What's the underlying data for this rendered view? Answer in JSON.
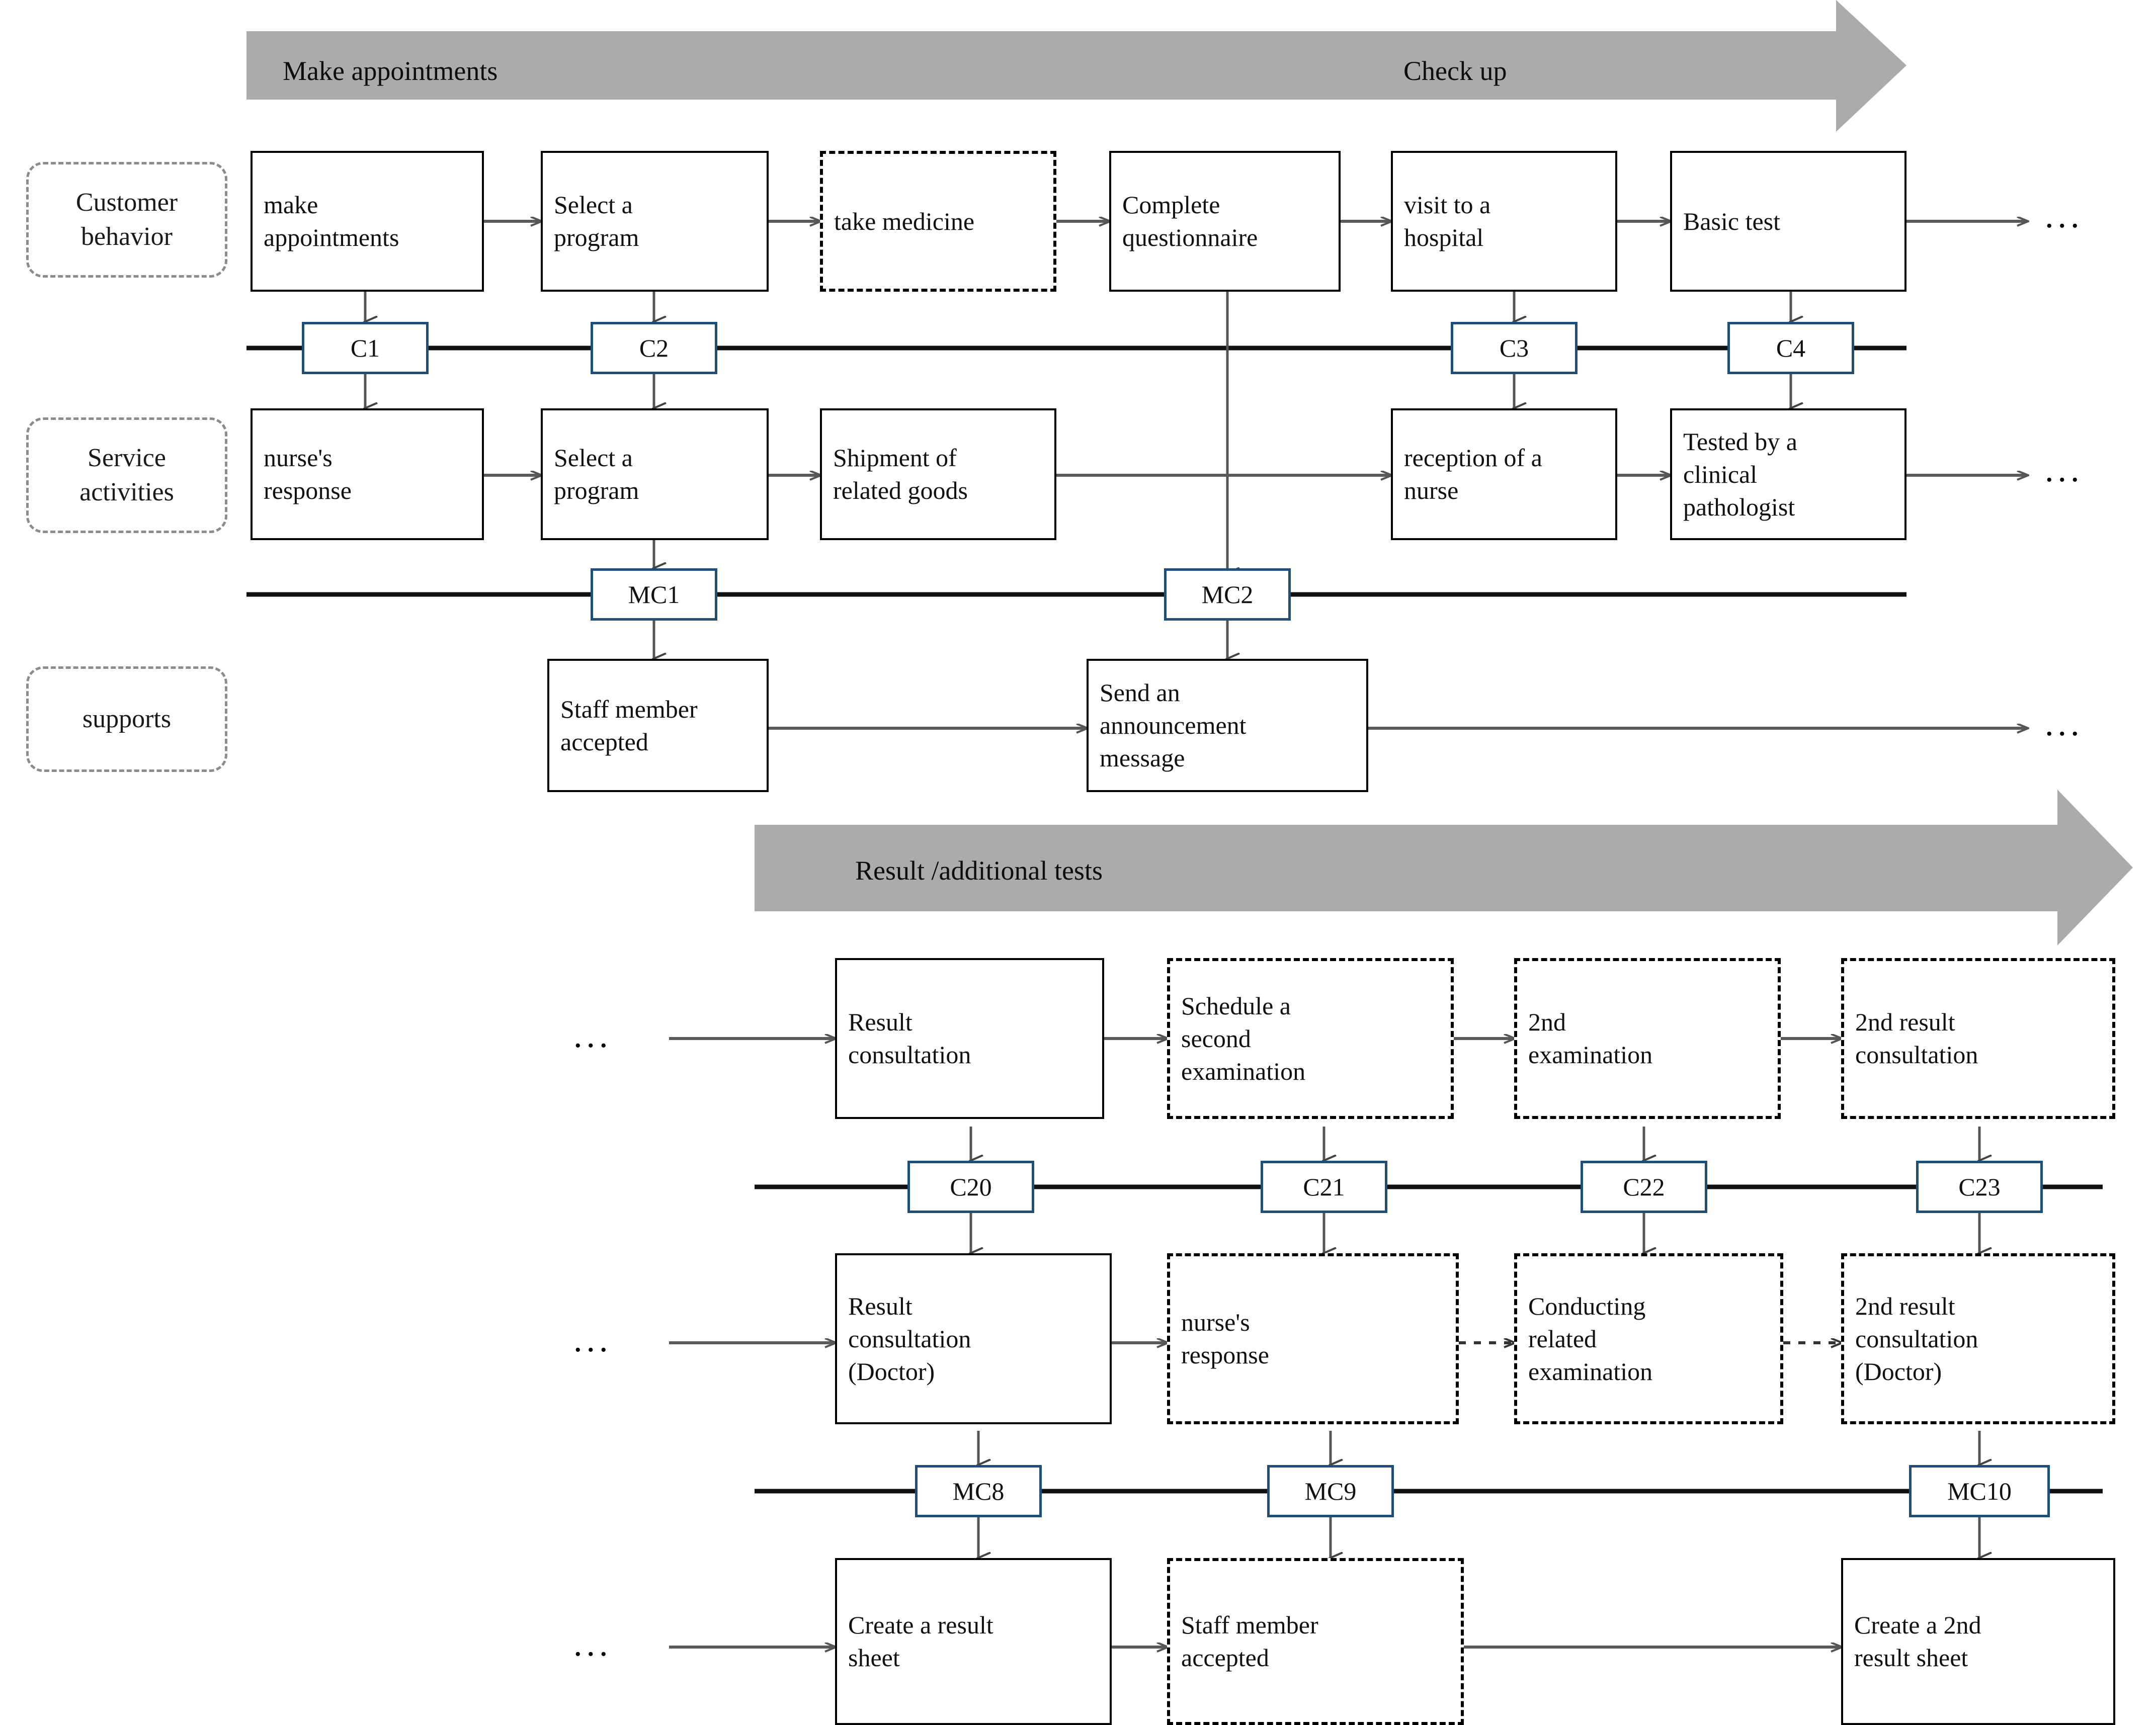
{
  "diagram": {
    "title_top_banner": "Make appointments",
    "banners": [
      {
        "id": "banner-1",
        "left_label": "Make appointments",
        "right_label": "Check up"
      },
      {
        "id": "banner-2",
        "left_label": "Result /additional tests"
      }
    ],
    "lanes": [
      {
        "id": "lane-customer-behavior",
        "label": "Customer\nbehavior"
      },
      {
        "id": "lane-service-activities",
        "label": "Service\nactivities"
      },
      {
        "id": "lane-supports",
        "label": "supports"
      }
    ],
    "colors": {
      "banner_gray": "#ABABAB",
      "chip_blue": "#1F4E79",
      "lane_tag_border": "#8C8C8C",
      "box_border": "#000000",
      "connector": "#595959",
      "background": "#FFFFFF"
    },
    "ellipsis": "..."
  },
  "section1": {
    "customer_behavior": [
      {
        "id": "cb1",
        "label": "make\nappointments",
        "style": "solid"
      },
      {
        "id": "cb2",
        "label": "Select a\nprogram",
        "style": "solid"
      },
      {
        "id": "cb3",
        "label": "take medicine",
        "style": "dashed"
      },
      {
        "id": "cb4",
        "label": "Complete\nquestionnaire",
        "style": "solid"
      },
      {
        "id": "cb5",
        "label": "visit to a\nhospital",
        "style": "solid"
      },
      {
        "id": "cb6",
        "label": "Basic test",
        "style": "solid"
      }
    ],
    "interaction_line_chips": [
      "C1",
      "C2",
      "C3",
      "C4"
    ],
    "service_activities": [
      {
        "id": "sa1",
        "label": "nurse's\nresponse",
        "style": "solid"
      },
      {
        "id": "sa2",
        "label": "Select a\nprogram",
        "style": "solid"
      },
      {
        "id": "sa3",
        "label": "Shipment of\nrelated goods",
        "style": "solid"
      },
      {
        "id": "sa4",
        "label": "reception of a\nnurse",
        "style": "solid"
      },
      {
        "id": "sa5",
        "label": "Tested by a\nclinical\npathologist",
        "style": "solid"
      }
    ],
    "internal_line_chips": [
      "MC1",
      "MC2"
    ],
    "supports": [
      {
        "id": "sp1",
        "label": "Staff member\naccepted",
        "style": "solid"
      },
      {
        "id": "sp2",
        "label": "Send an\nannouncement\nmessage",
        "style": "solid"
      }
    ]
  },
  "section2": {
    "customer_behavior": [
      {
        "id": "cb20",
        "label": "Result\nconsultation",
        "style": "solid"
      },
      {
        "id": "cb21",
        "label": "Schedule a\nsecond\nexamination",
        "style": "dashed"
      },
      {
        "id": "cb22",
        "label": "2nd\nexamination",
        "style": "dashed"
      },
      {
        "id": "cb23",
        "label": "2nd result\nconsultation",
        "style": "dashed"
      }
    ],
    "interaction_line_chips": [
      "C20",
      "C21",
      "C22",
      "C23"
    ],
    "service_activities": [
      {
        "id": "sa20",
        "label": "Result\nconsultation\n(Doctor)",
        "style": "solid"
      },
      {
        "id": "sa21",
        "label": "nurse's\nresponse",
        "style": "dashed"
      },
      {
        "id": "sa22",
        "label": "Conducting\nrelated\nexamination",
        "style": "dashed"
      },
      {
        "id": "sa23",
        "label": "2nd result\nconsultation\n(Doctor)",
        "style": "dashed"
      }
    ],
    "internal_line_chips": [
      "MC8",
      "MC9",
      "MC10"
    ],
    "supports": [
      {
        "id": "sp20",
        "label": "Create a result\nsheet",
        "style": "solid"
      },
      {
        "id": "sp21",
        "label": "Staff member\naccepted",
        "style": "dashed"
      },
      {
        "id": "sp22",
        "label": "Create a 2nd\nresult sheet",
        "style": "solid"
      }
    ]
  }
}
